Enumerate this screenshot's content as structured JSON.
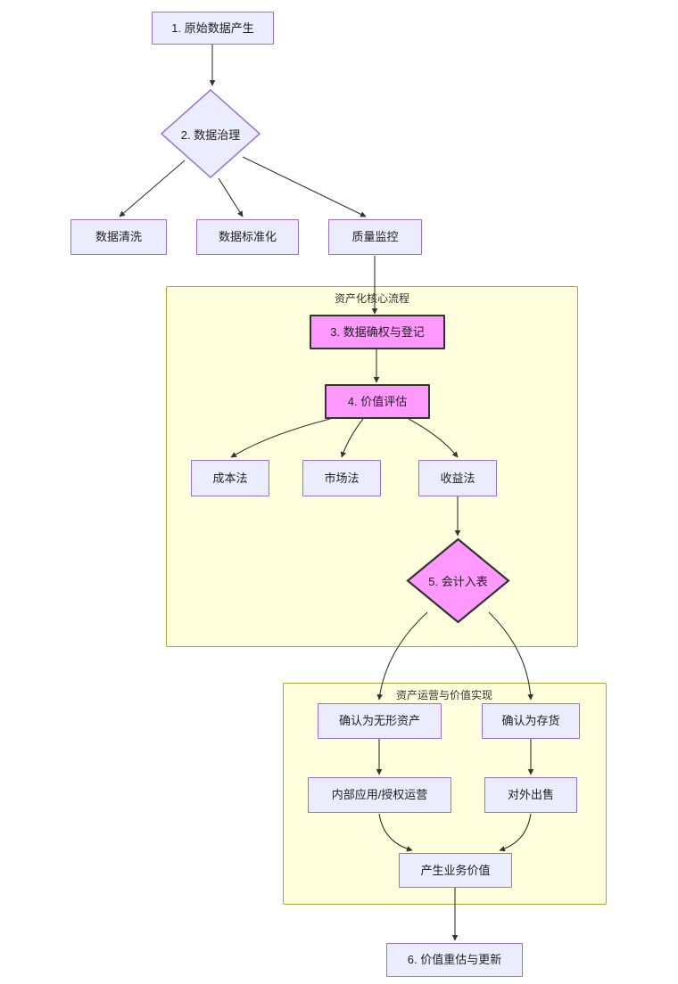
{
  "diagram": {
    "type": "flowchart",
    "direction": "top-down",
    "title_visible": false,
    "palette": {
      "node_fill": "#ececff",
      "node_stroke": "#9370db",
      "highlight_fill": "#ff99ff",
      "highlight_stroke": "#333333",
      "cluster_fill": "#ffffde",
      "cluster_stroke": "#aaaa33",
      "edge_stroke": "#333333",
      "text": "#1f1f1f",
      "background": "#ffffff"
    },
    "clusters": [
      {
        "id": "c1",
        "label": "资产化核心流程"
      },
      {
        "id": "c2",
        "label": "资产运营与价值实现"
      }
    ],
    "nodes": [
      {
        "id": "n1",
        "label": "1. 原始数据产生",
        "shape": "rect",
        "style": "normal"
      },
      {
        "id": "n2",
        "label": "2. 数据治理",
        "shape": "diamond",
        "style": "normal"
      },
      {
        "id": "n3",
        "label": "数据清洗",
        "shape": "rect",
        "style": "normal"
      },
      {
        "id": "n4",
        "label": "数据标准化",
        "shape": "rect",
        "style": "normal"
      },
      {
        "id": "n5",
        "label": "质量监控",
        "shape": "rect",
        "style": "normal"
      },
      {
        "id": "n6",
        "label": "3. 数据确权与登记",
        "shape": "rect",
        "style": "highlight"
      },
      {
        "id": "n7",
        "label": "4. 价值评估",
        "shape": "rect",
        "style": "highlight"
      },
      {
        "id": "n8",
        "label": "成本法",
        "shape": "rect",
        "style": "normal"
      },
      {
        "id": "n9",
        "label": "市场法",
        "shape": "rect",
        "style": "normal"
      },
      {
        "id": "n10",
        "label": "收益法",
        "shape": "rect",
        "style": "normal"
      },
      {
        "id": "n11",
        "label": "5. 会计入表",
        "shape": "diamond",
        "style": "highlight"
      },
      {
        "id": "n12",
        "label": "确认为无形资产",
        "shape": "rect",
        "style": "normal"
      },
      {
        "id": "n13",
        "label": "确认为存货",
        "shape": "rect",
        "style": "normal"
      },
      {
        "id": "n14",
        "label": "内部应用/授权运营",
        "shape": "rect",
        "style": "normal"
      },
      {
        "id": "n15",
        "label": "对外出售",
        "shape": "rect",
        "style": "normal"
      },
      {
        "id": "n16",
        "label": "产生业务价值",
        "shape": "rect",
        "style": "normal"
      },
      {
        "id": "n17",
        "label": "6. 价值重估与更新",
        "shape": "rect",
        "style": "normal"
      }
    ],
    "edges": [
      {
        "from": "n1",
        "to": "n2"
      },
      {
        "from": "n2",
        "to": "n3"
      },
      {
        "from": "n2",
        "to": "n4"
      },
      {
        "from": "n2",
        "to": "n5"
      },
      {
        "from": "n5",
        "to": "n6"
      },
      {
        "from": "n6",
        "to": "n7"
      },
      {
        "from": "n7",
        "to": "n8"
      },
      {
        "from": "n7",
        "to": "n9"
      },
      {
        "from": "n7",
        "to": "n10"
      },
      {
        "from": "n10",
        "to": "n11"
      },
      {
        "from": "n11",
        "to": "n12"
      },
      {
        "from": "n11",
        "to": "n13"
      },
      {
        "from": "n12",
        "to": "n14"
      },
      {
        "from": "n13",
        "to": "n15"
      },
      {
        "from": "n14",
        "to": "n16"
      },
      {
        "from": "n15",
        "to": "n16"
      },
      {
        "from": "n16",
        "to": "n17"
      }
    ]
  }
}
